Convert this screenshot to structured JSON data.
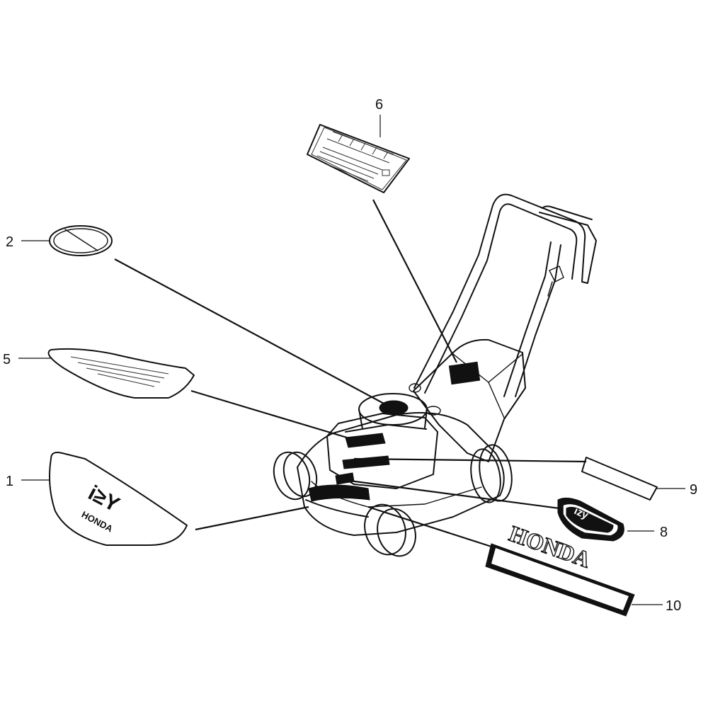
{
  "callouts": [
    {
      "id": "1",
      "label": "1"
    },
    {
      "id": "2",
      "label": "2"
    },
    {
      "id": "5",
      "label": "5"
    },
    {
      "id": "6",
      "label": "6"
    },
    {
      "id": "8",
      "label": "8"
    },
    {
      "id": "9",
      "label": "9"
    },
    {
      "id": "10",
      "label": "10"
    }
  ],
  "decals": {
    "izy_emblem_large": {
      "mark": "i≥Y",
      "maker": "HONDA"
    },
    "izy_emblem_small": {
      "mark": "izy"
    },
    "honda_strip": {
      "text": "HONDA"
    }
  },
  "colors": {
    "ink": "#111111",
    "paper": "#ffffff"
  }
}
